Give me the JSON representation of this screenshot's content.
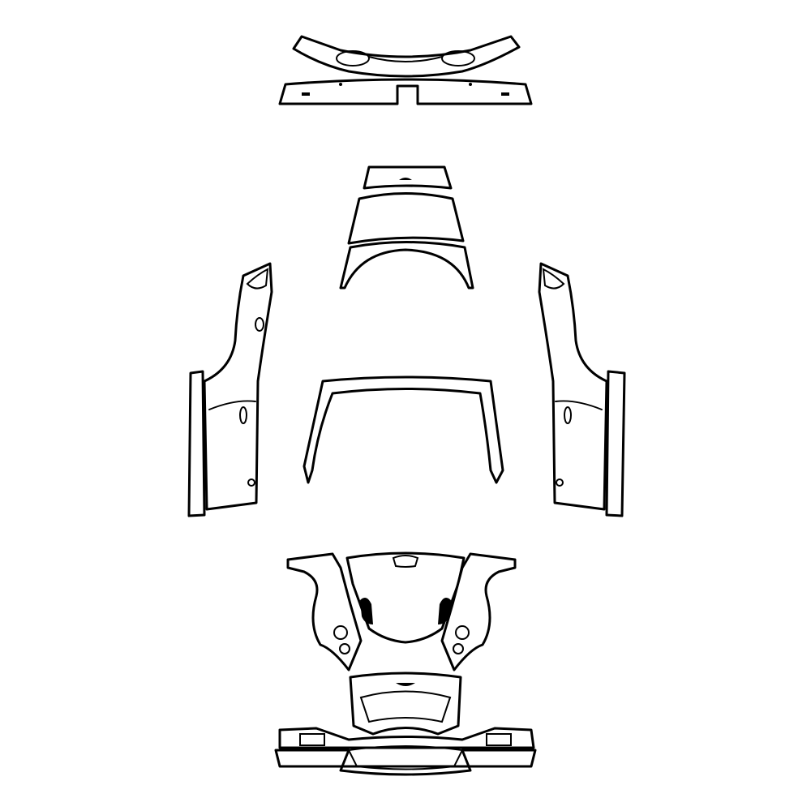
{
  "drawing": {
    "stroke_color": "#000000",
    "background_color": "#ffffff",
    "parts": [
      "rear-bumper-upper",
      "rear-bumper-lower",
      "roof-top",
      "rear-window",
      "roof-arch",
      "left-side-panel",
      "right-side-panel",
      "windshield-frame",
      "left-front-fender",
      "right-front-fender",
      "hood",
      "front-nose",
      "front-bumper"
    ]
  }
}
